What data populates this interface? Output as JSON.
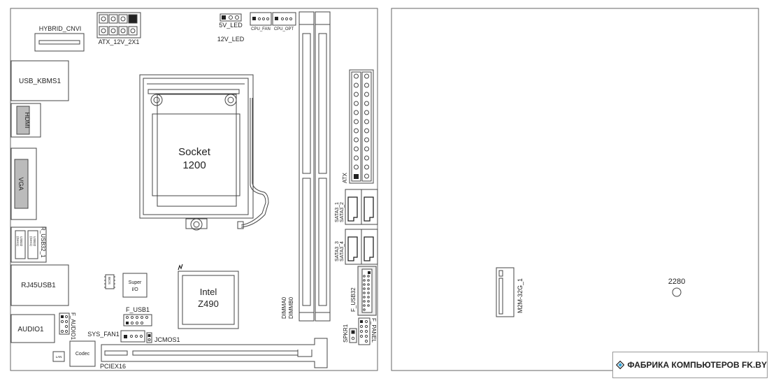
{
  "left_board": {
    "hybrid_cnvi": "HYBRID_CNVI",
    "atx_12v": "ATX_12V_2X1",
    "led_5v": "5V_LED",
    "led_12v": "12V_LED",
    "cpu_fan": "CPU_FAN",
    "cpu_opt": "CPU_OPT",
    "usb_kbms": "USB_KBMS1",
    "hdmi": "HDMI",
    "vga": "VGA",
    "r_usb32": "R_USB32_1",
    "usb32_a": "USB32",
    "usb32_a_gen": "(Gen1)",
    "usb32_b": "USB32",
    "usb32_b_gen": "(Gen1)",
    "rj45": "RJ45USB1",
    "audio": "AUDIO1",
    "f_audio": "F_AUDIO1",
    "lan": "LAN",
    "codec": "Codec",
    "bios": "BIOS",
    "super_io_1": "Super",
    "super_io_2": "I/O",
    "socket_1": "Socket",
    "socket_2": "1200",
    "chipset_1": "Intel",
    "chipset_2": "Z490",
    "f_usb1": "F_USB1",
    "sys_fan": "SYS_FAN1",
    "jcmos": "JCMOS1",
    "pciex16": "PCIEX16",
    "dimm_a0": "DIMMA0",
    "dimm_b0": "DIMMB0",
    "atx": "ATX",
    "sata3_1": "SATA3_1",
    "sata3_2": "SATA3_2",
    "sata3_3": "SATA3_3",
    "sata3_4": "SATA3_4",
    "f_usb32": "F_USB32",
    "spkr": "SPKR1",
    "f_panel": "F_PANEL"
  },
  "right_board": {
    "m2": "M2M-32G_1",
    "size": "2280"
  },
  "watermark": {
    "text": "ФАБРИКА КОМПЬЮТЕРОВ FK.BY",
    "logo_colors": [
      "#2a9fd8",
      "#222222"
    ]
  }
}
